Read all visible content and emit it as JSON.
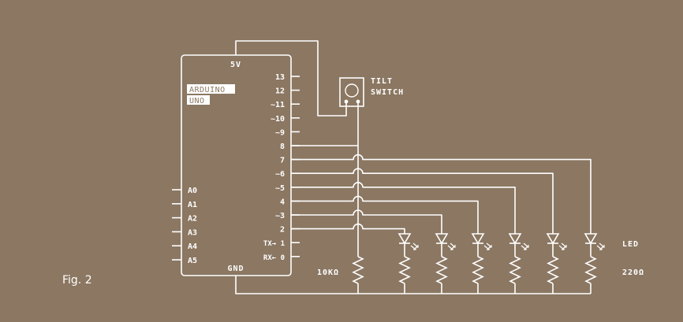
{
  "colors": {
    "background": "#8b7762",
    "line": "#ffffff"
  },
  "figure_caption": "Fig. 2",
  "board": {
    "power_label": "5V",
    "ground_label": "GND",
    "name_line1": "ARDUINO",
    "name_line2": "UNO",
    "digital_pins": [
      "13",
      "12",
      "~11",
      "~10",
      "~9",
      "8",
      "7",
      "~6",
      "~5",
      "4",
      "~3",
      "2",
      "TX→ 1",
      "RX← 0"
    ],
    "analog_pins": [
      "A0",
      "A1",
      "A2",
      "A3",
      "A4",
      "A5"
    ]
  },
  "tilt_switch": {
    "label_line1": "TILT",
    "label_line2": "SWITCH"
  },
  "resistor_pulldown_label": "10KΩ",
  "led_label": "LED",
  "led_resistor_label": "220Ω"
}
